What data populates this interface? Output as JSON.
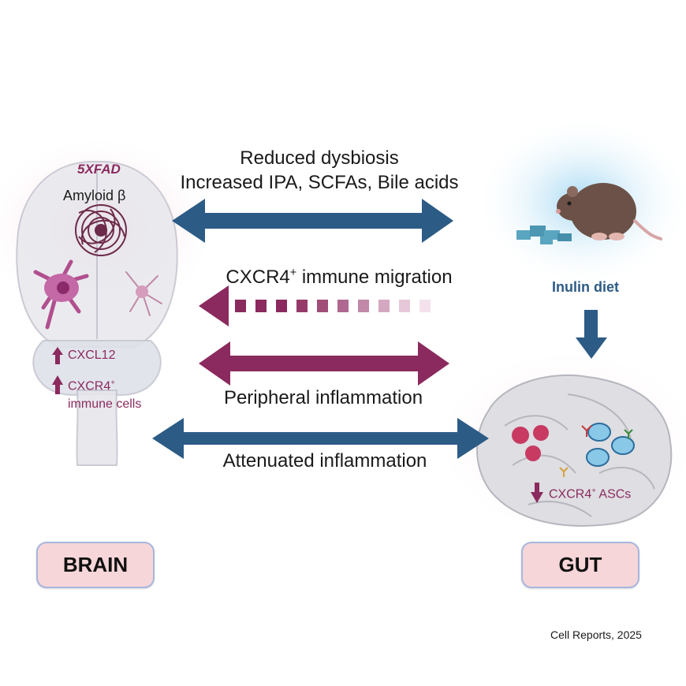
{
  "brain": {
    "model": "5XFAD",
    "amyloid": "Amyloid β",
    "cxcl12": "CXCL12",
    "cxcr4_prefix": "CXCR4",
    "cxcr4_sup": "+",
    "immune_cells": "immune cells",
    "label": "BRAIN"
  },
  "arrows": {
    "line1": "Reduced dysbiosis",
    "line2": "Increased IPA, SCFAs, Bile acids",
    "migration_prefix": "CXCR4",
    "migration_sup": "+",
    "migration_suffix": " immune migration",
    "peripheral": "Peripheral inflammation",
    "attenuated": "Attenuated inflammation"
  },
  "gut": {
    "diet": "Inulin diet",
    "ascs_prefix": "CXCR4",
    "ascs_sup": "+",
    "ascs_suffix": " ASCs",
    "label": "GUT"
  },
  "citation": "Cell Reports, 2025",
  "colors": {
    "blue": "#2c5b86",
    "maroon": "#8b2a5e",
    "label_fill": "#f6d6d9",
    "label_border": "#a8b6dd"
  }
}
